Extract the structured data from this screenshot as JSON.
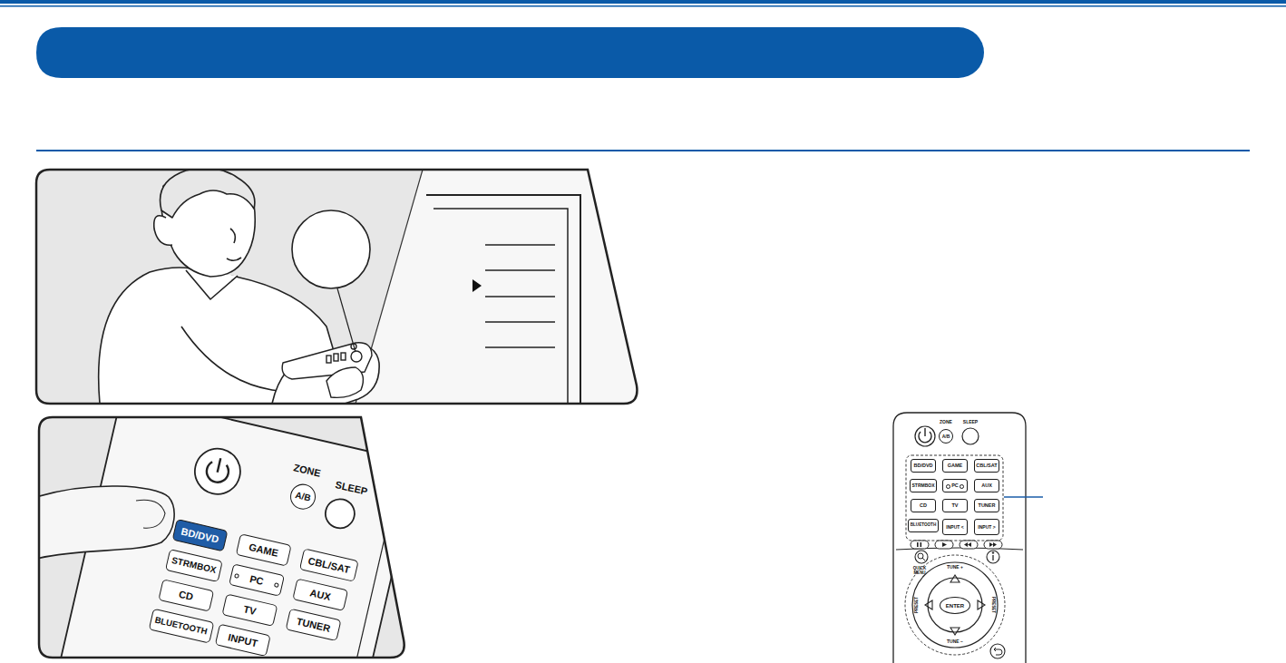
{
  "diagram": {
    "nodes": [
      {
        "text": [
          "A/B"
        ]
      },
      {
        "text": [
          "BD/DVD"
        ]
      },
      {
        "text": [
          "GAME"
        ]
      },
      {
        "text": [
          "CBL/SAT"
        ]
      },
      {
        "text": [
          "STRMBOX"
        ]
      },
      {
        "text": [
          "PC"
        ]
      },
      {
        "text": [
          "AUX"
        ]
      },
      {
        "text": [
          "CD"
        ]
      },
      {
        "text": [
          "TV"
        ]
      },
      {
        "text": [
          "TUNER"
        ]
      },
      {
        "text": [
          "BLUETOOTH"
        ]
      },
      {
        "text": [
          "INPUT"
        ]
      },
      {
        "text": [
          "A/B"
        ]
      },
      {
        "text": [
          "BD/DVD"
        ]
      },
      {
        "text": [
          "GAME"
        ]
      },
      {
        "text": [
          "CBL/SAT"
        ]
      },
      {
        "text": [
          "STRMBOX"
        ]
      },
      {
        "text": [
          "PC"
        ]
      },
      {
        "text": [
          "AUX"
        ]
      },
      {
        "text": [
          "CD"
        ]
      },
      {
        "text": [
          "TV"
        ]
      },
      {
        "text": [
          "TUNER"
        ]
      },
      {
        "text": [
          "BLUETOOTH"
        ]
      },
      {
        "text": [
          "INPUT <"
        ]
      },
      {
        "text": [
          "INPUT >"
        ]
      },
      {
        "text": [
          "ENTER"
        ]
      }
    ],
    "labels": [
      "ZONE",
      "SLEEP",
      "ZONE",
      "SLEEP",
      "TUNE +",
      "QUICK MENU",
      "PRESET",
      "PRESET",
      "TUNE −"
    ]
  }
}
